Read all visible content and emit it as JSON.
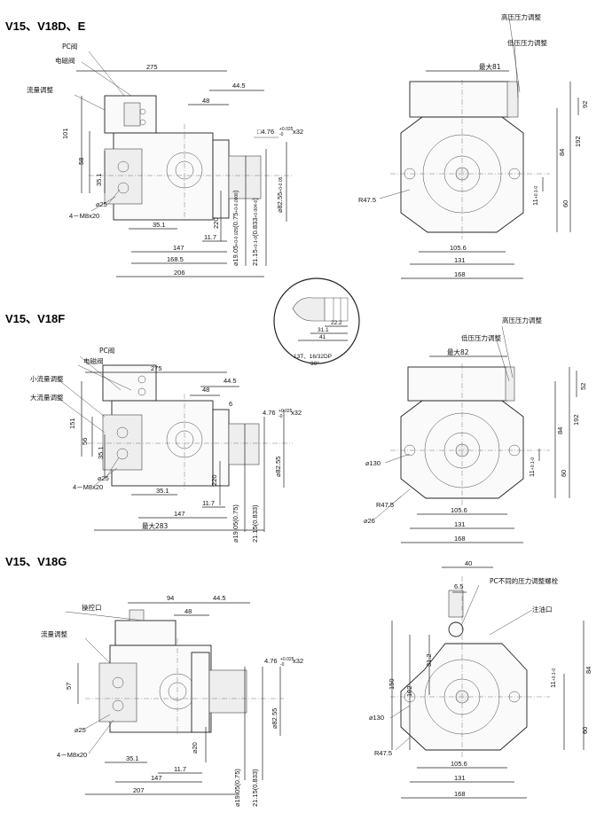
{
  "sections": [
    {
      "title": "V15、V18D、E",
      "side_labels": [
        "PC阀",
        "电磁阀",
        "流量调整"
      ],
      "side_dims": [
        "275",
        "44.5",
        "48",
        "101",
        "58",
        "35.1",
        "⌀25",
        "4－M8x20",
        "35.1",
        "220",
        "11.7",
        "147",
        "168.5",
        "206"
      ],
      "shaft_dims": [
        "□4.76",
        "+0.025",
        "-0",
        "x32",
        "⌀19.05",
        "+0",
        "-0.025",
        "(0.75",
        "+0",
        "-0.0008",
        ")",
        "21.15",
        "+0.1",
        "-0",
        "(0.833",
        "+0.004",
        "-0",
        ")",
        "⌀82.55",
        "+0",
        "-0.05"
      ],
      "front_labels": [
        "高压压力调整",
        "低压压力调整"
      ],
      "front_dims": [
        "最大81",
        "92",
        "192",
        "84",
        "11",
        "+0.1",
        "-0",
        "60",
        "R47.5",
        "105.6",
        "131",
        "168"
      ]
    },
    {
      "title": "V15、V18F",
      "spline_dims": [
        "22.2",
        "31.1",
        "41"
      ],
      "spline_note": [
        "13T、16/32DP",
        "30°"
      ],
      "side_labels": [
        "PC阀",
        "电磁阀",
        "小流量调整",
        "大流量调整"
      ],
      "side_dims": [
        "275",
        "48",
        "44.5",
        "151",
        "6",
        "56",
        "35.1",
        "⌀25",
        "4－M8x20",
        "35.1",
        "220",
        "11.7",
        "147",
        "最大283"
      ],
      "shaft_dims": [
        "4.76",
        "+0.025",
        "-0",
        "x32",
        "⌀19.05",
        "(0.75",
        ")",
        "21.15",
        "(0.833",
        ")",
        "⌀82.55"
      ],
      "front_labels": [
        "高压压力调整",
        "低压压力调整"
      ],
      "front_dims": [
        "最大82",
        "52",
        "192",
        "84",
        "11",
        "+0.1",
        "-0",
        "60",
        "⌀130",
        "R47.5",
        "⌀26",
        "105.6",
        "131",
        "168"
      ]
    },
    {
      "title": "V15、V18G",
      "side_labels": [
        "操控口",
        "流量调整"
      ],
      "side_dims": [
        "94",
        "44.5",
        "48",
        "57",
        "⌀25",
        "4－M8x20",
        "35.1",
        "11.7",
        "147",
        "207",
        "⌀20"
      ],
      "shaft_dims": [
        "4.76",
        "+0.025",
        "-0",
        "x32",
        "⌀19.05",
        "(0.75",
        ")",
        "21.15",
        "(0.833",
        ")",
        "⌀82.55"
      ],
      "front_labels": [
        "PC不同的压力调整螺栓",
        "注油口"
      ],
      "front_dims": [
        "40",
        "6.5",
        "150",
        "102",
        "31.2",
        "84",
        "11",
        "+0.1",
        "-0",
        "60",
        "⌀130",
        "R47.5",
        "105.6",
        "131",
        "168"
      ]
    }
  ]
}
